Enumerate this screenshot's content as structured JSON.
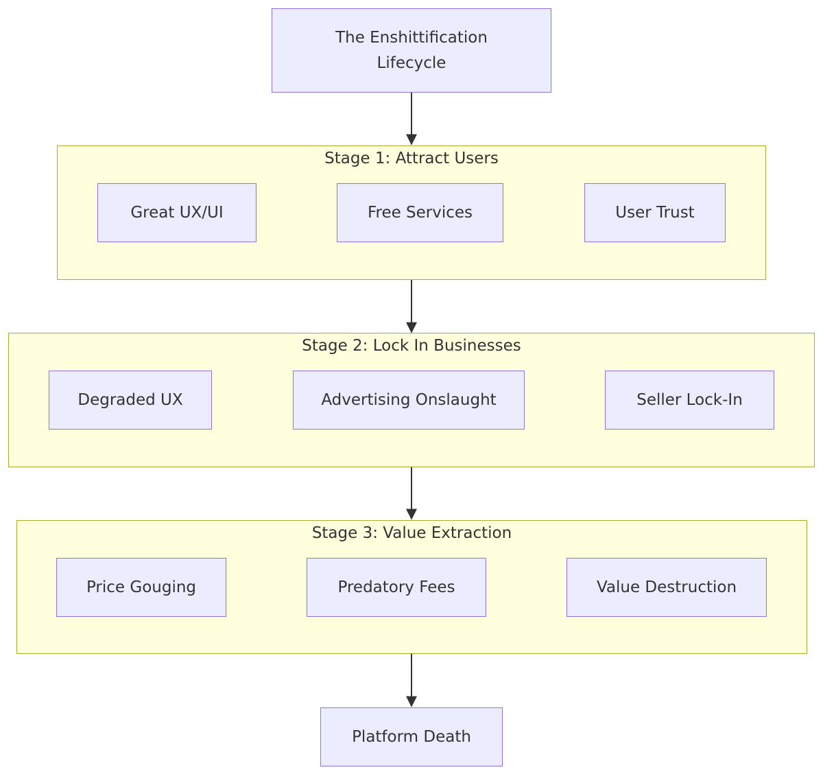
{
  "diagram": {
    "title_node": "The Enshittification\nLifecycle",
    "stages": [
      {
        "title": "Stage 1: Attract Users",
        "nodes": [
          "Great UX/UI",
          "Free Services",
          "User Trust"
        ]
      },
      {
        "title": "Stage 2: Lock In Businesses",
        "nodes": [
          "Degraded UX",
          "Advertising Onslaught",
          "Seller Lock-In"
        ]
      },
      {
        "title": "Stage 3: Value Extraction",
        "nodes": [
          "Price Gouging",
          "Predatory Fees",
          "Value Destruction"
        ]
      }
    ],
    "end_node": "Platform Death"
  },
  "colors": {
    "node_fill": "#ececff",
    "node_border": "#9370db",
    "cluster_fill": "#ffffde",
    "cluster_border": "#aaaa33",
    "edge": "#333333"
  }
}
